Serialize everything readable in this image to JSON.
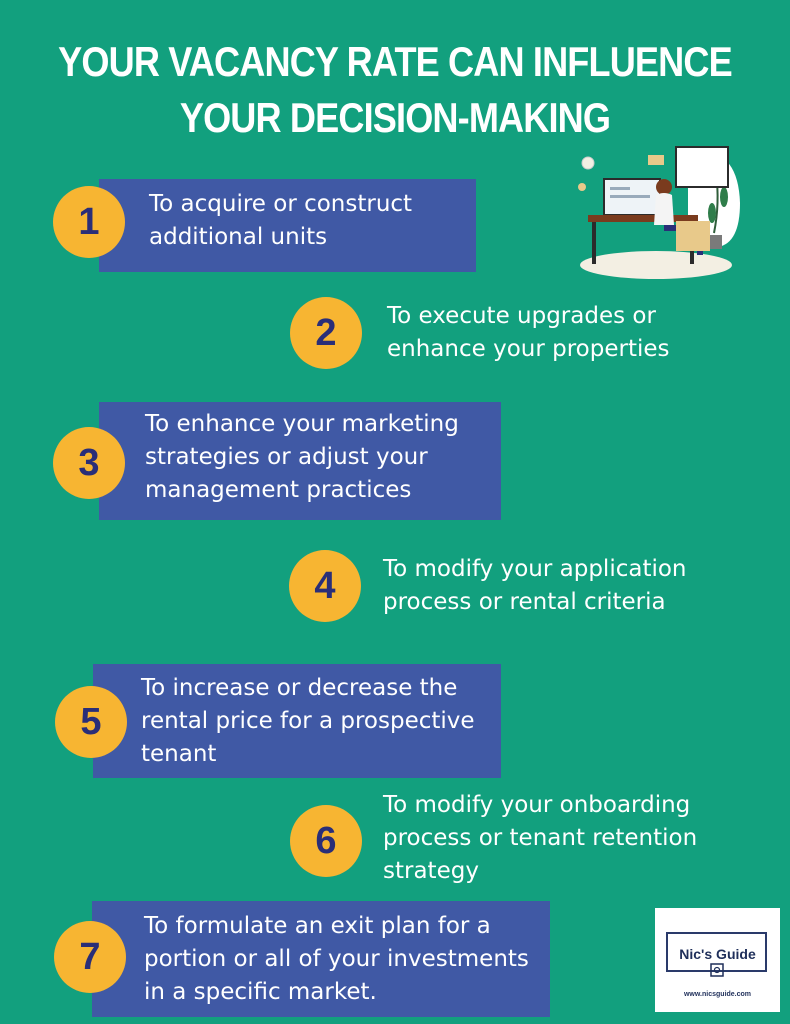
{
  "title": {
    "line1": "YOUR VACANCY RATE CAN INFLUENCE",
    "line2": "YOUR DECISION-MAKING"
  },
  "items": [
    {
      "number": "1",
      "lines": [
        "To acquire or construct",
        "additional units"
      ]
    },
    {
      "number": "2",
      "lines": [
        "To execute upgrades or",
        "enhance your properties"
      ]
    },
    {
      "number": "3",
      "lines": [
        "To enhance your marketing",
        "strategies or adjust your",
        "management practices"
      ]
    },
    {
      "number": "4",
      "lines": [
        "To modify your application",
        "process or rental criteria"
      ]
    },
    {
      "number": "5",
      "lines": [
        "To increase or decrease the",
        "rental price for a prospective",
        "tenant"
      ]
    },
    {
      "number": "6",
      "lines": [
        "To modify your onboarding",
        "process or tenant retention",
        "strategy"
      ]
    },
    {
      "number": "7",
      "lines": [
        "To formulate an exit plan for a",
        "portion or all of your investments",
        "in a specific market."
      ]
    }
  ],
  "logo": {
    "name": "Nic's Guide",
    "url": "www.nicsguide.com"
  },
  "colors": {
    "background": "#12a07e",
    "box": "#4059a5",
    "badge": "#f7b532",
    "badge_text": "#2a2e78"
  },
  "icons": [
    "person-at-desk-illustration",
    "safe-icon"
  ]
}
